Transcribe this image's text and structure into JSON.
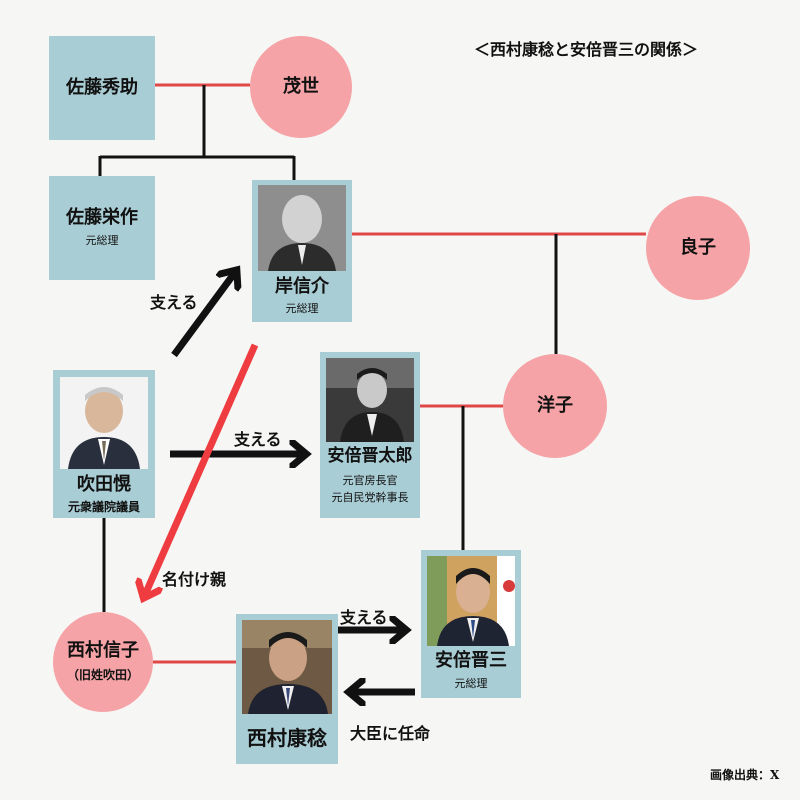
{
  "title": "＜西村康稔と安倍晋三の関係＞",
  "credit": "画像出典：X",
  "colors": {
    "box": "#a9cdd4",
    "circle": "#f5a3a6",
    "marriage_line": "#e04848",
    "family_line": "#111111",
    "red_arrow": "#ee3c40",
    "black_arrow": "#111111"
  },
  "people": {
    "sato_hidesuke": {
      "name": "佐藤秀助"
    },
    "shige": {
      "name": "茂世"
    },
    "sato_eisaku": {
      "name": "佐藤栄作",
      "role": "元総理"
    },
    "kishi": {
      "name": "岸信介",
      "role": "元総理",
      "photo_icon": "portrait-photo-icon"
    },
    "yoshiko": {
      "name": "良子"
    },
    "fukida": {
      "name": "吹田愰",
      "role": "元衆議院議員",
      "photo_icon": "portrait-photo-icon"
    },
    "abe_shintaro": {
      "name": "安倍晋太郎",
      "role1": "元官房長官",
      "role2": "元自民党幹事長",
      "photo_icon": "portrait-photo-icon"
    },
    "yoko": {
      "name": "洋子"
    },
    "nishimura_nobuko": {
      "name": "西村信子",
      "role": "（旧姓吹田）"
    },
    "nishimura_yasutoshi": {
      "name": "西村康稔",
      "photo_icon": "portrait-photo-icon"
    },
    "abe_shinzo": {
      "name": "安倍晋三",
      "role": "元総理",
      "photo_icon": "portrait-photo-icon"
    }
  },
  "relations": {
    "support_kishi": "支える",
    "support_shintaro": "支える",
    "godparent": "名付け親",
    "support_shinzo": "支える",
    "appointed": "大臣に任命"
  }
}
